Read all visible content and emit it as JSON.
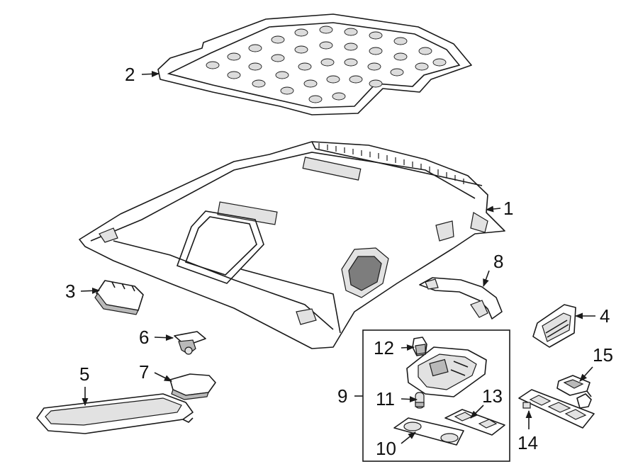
{
  "callouts": {
    "c1": "1",
    "c2": "2",
    "c3": "3",
    "c4": "4",
    "c5": "5",
    "c6": "6",
    "c7": "7",
    "c8": "8",
    "c9": "9",
    "c10": "10",
    "c11": "11",
    "c12": "12",
    "c13": "13",
    "c14": "14",
    "c15": "15"
  },
  "colors": {
    "line": "#1a1a1a",
    "shade": "#b9b9b9",
    "background": "#ffffff"
  }
}
